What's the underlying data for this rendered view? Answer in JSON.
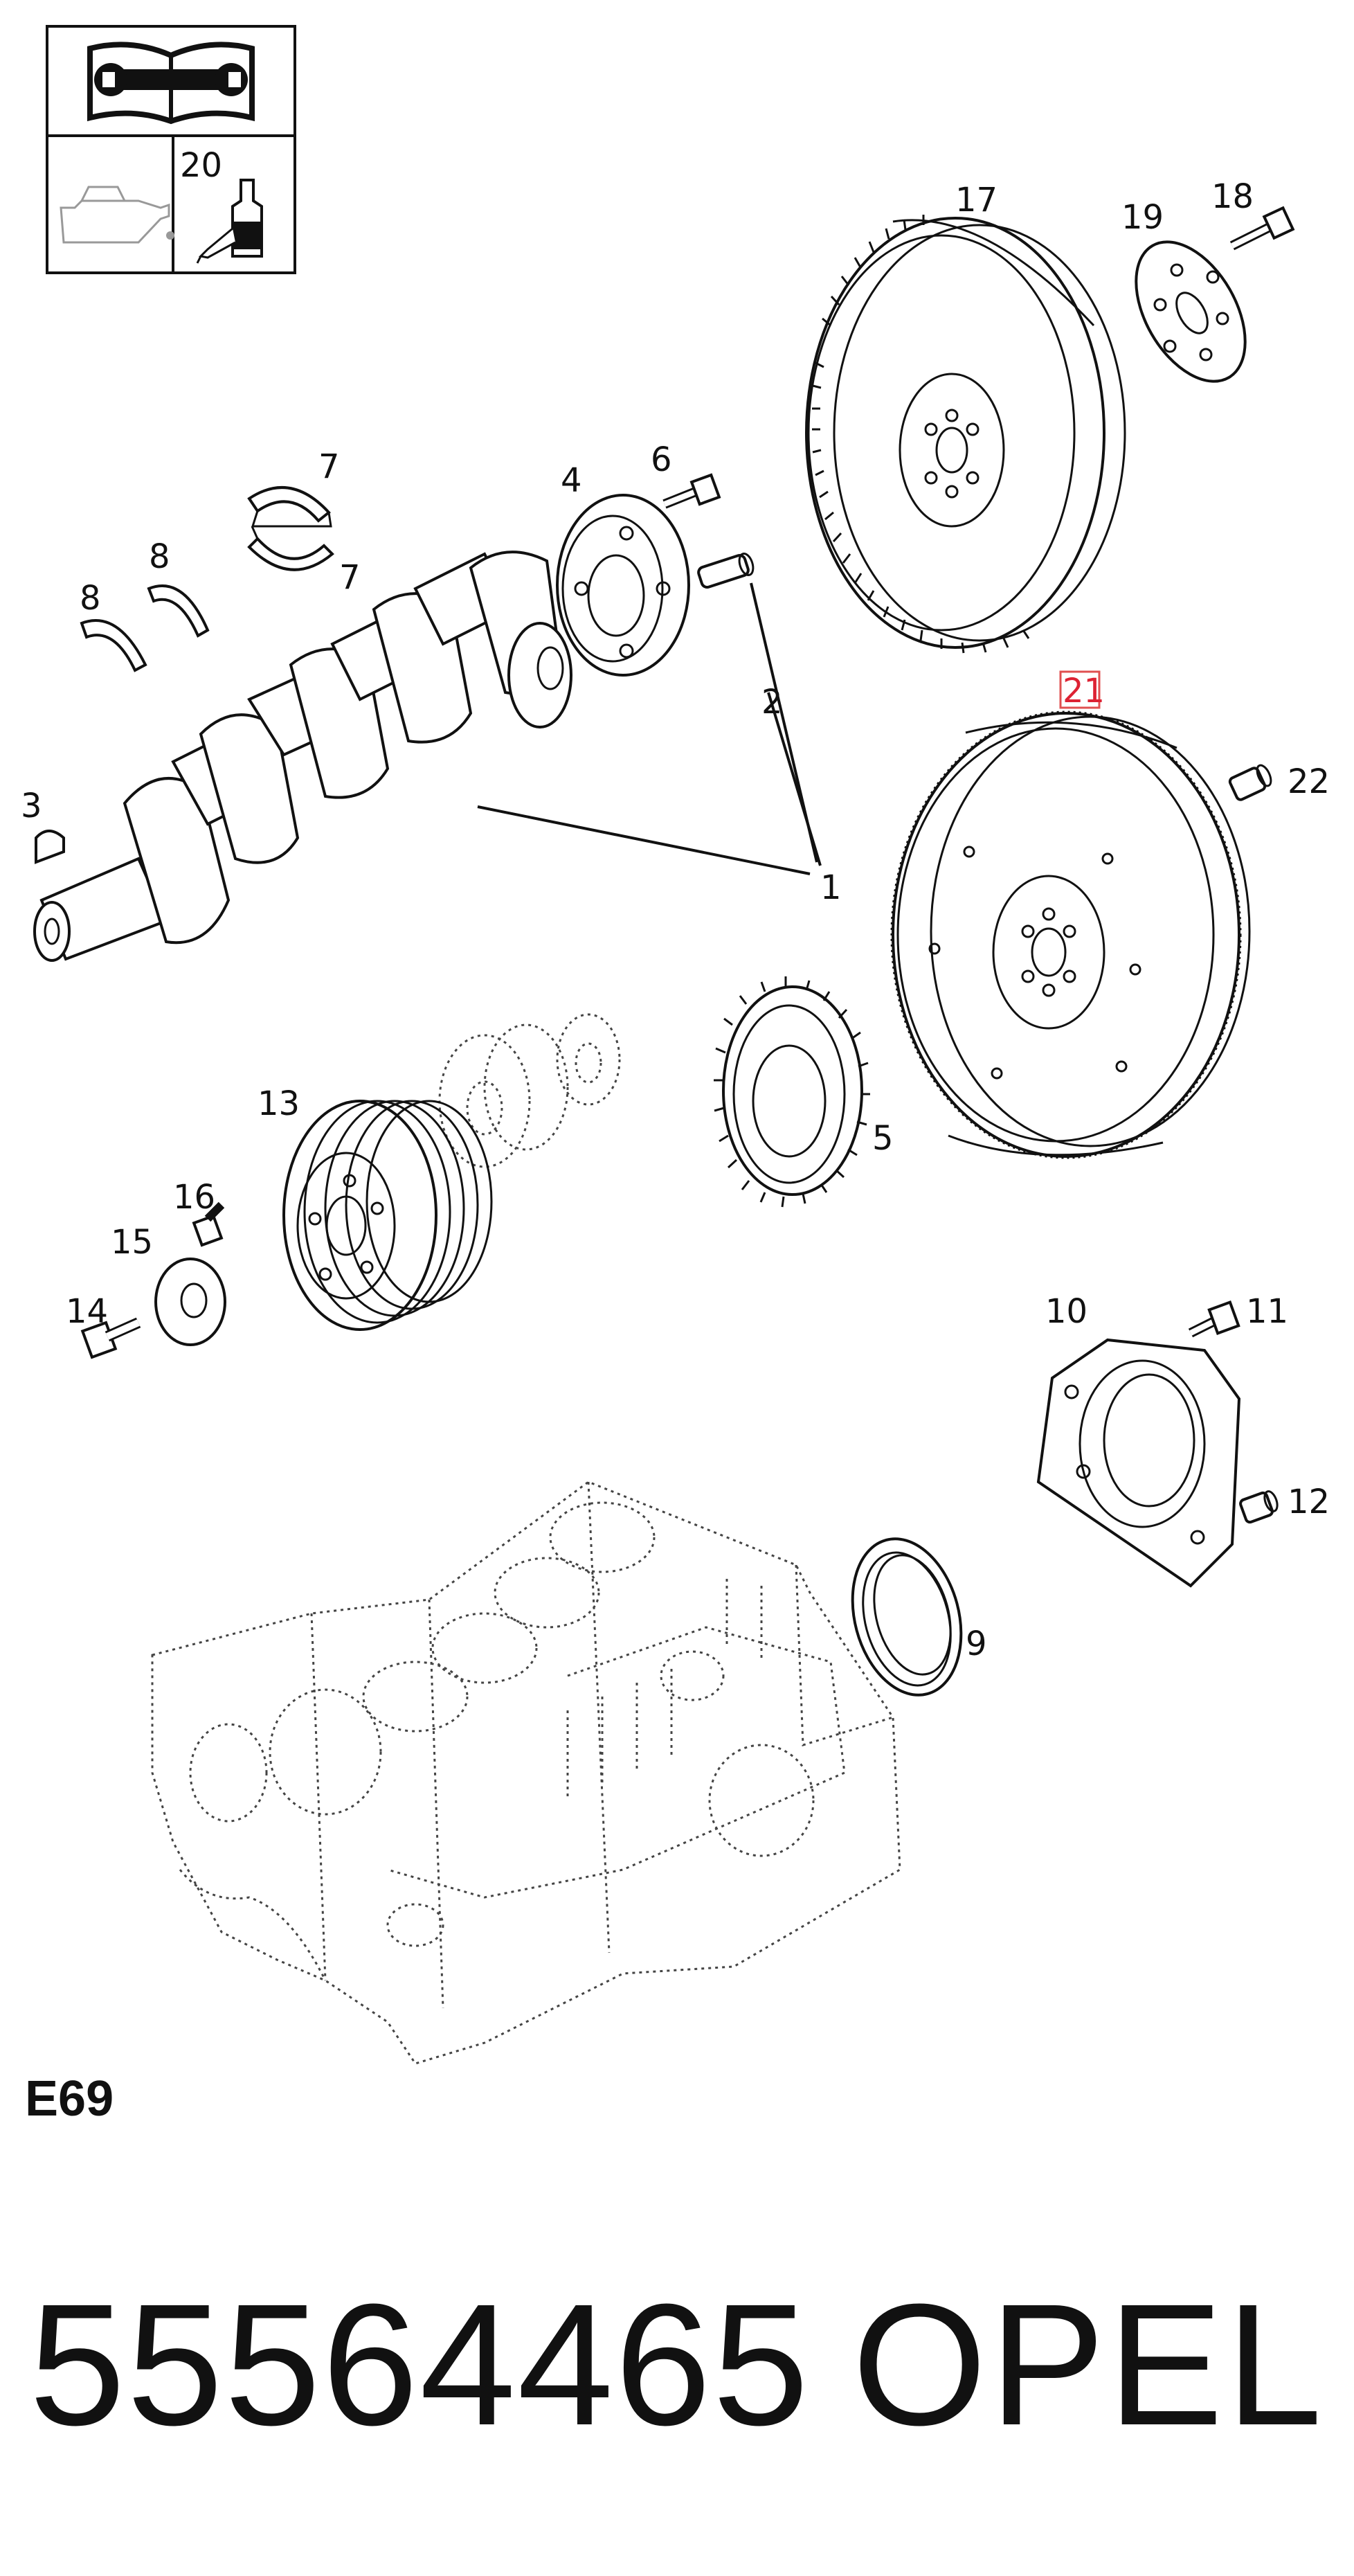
{
  "diagram": {
    "section_code": "E69",
    "part_number": "55564465",
    "brand": "OPEL",
    "highlighted_callout": "21",
    "callouts": [
      "1",
      "2",
      "3",
      "4",
      "5",
      "6",
      "7",
      "7",
      "8",
      "8",
      "9",
      "10",
      "11",
      "12",
      "13",
      "14",
      "15",
      "16",
      "17",
      "18",
      "19",
      "20",
      "21",
      "22"
    ],
    "legend_icons": [
      "repair-manual-icon",
      "oil-can-icon",
      "sealant-bottle-icon"
    ],
    "legend_number": "20",
    "colors": {
      "line": "#111111",
      "highlight": "#e05050"
    }
  }
}
